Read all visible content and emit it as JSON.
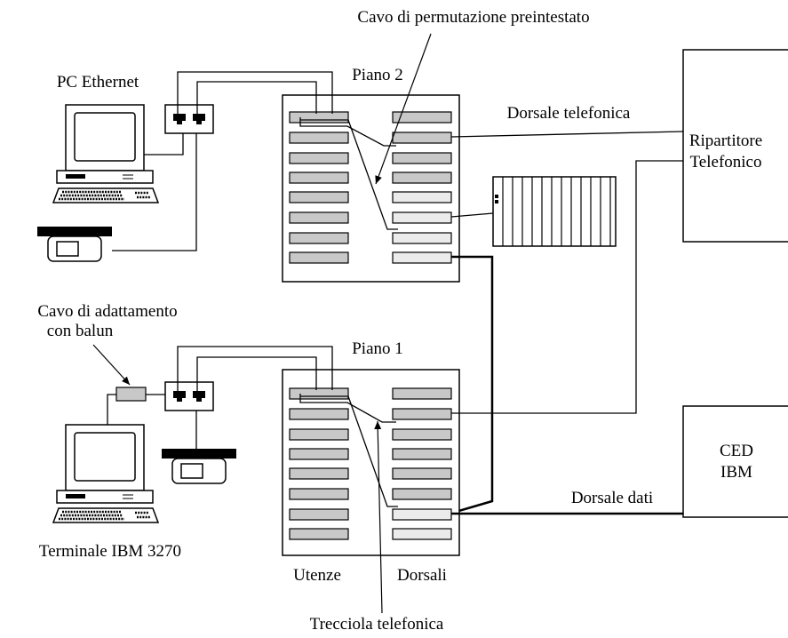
{
  "labels": {
    "patch_cable": "Cavo di permutazione preintestato",
    "pc_ethernet": "PC Ethernet",
    "floor2": "Piano 2",
    "phone_backbone": "Dorsale telefonica",
    "distributor_line1": "Ripartitore",
    "distributor_line2": "Telefonico",
    "adapter_line1": "Cavo di adattamento",
    "adapter_line2": "con balun",
    "floor1": "Piano 1",
    "ced_line1": "CED",
    "ced_line2": "IBM",
    "data_backbone": "Dorsale dati",
    "terminal": "Terminale IBM 3270",
    "users": "Utenze",
    "backbones": "Dorsali",
    "phone_pair": "Trecciola telefonica"
  },
  "colors": {
    "port_fill": "#c8c8c8",
    "port_light_fill": "#ebebeb",
    "line": "#000000"
  },
  "icons": {
    "computer": "desktop-computer-icon",
    "phone": "telephone-icon",
    "outlet": "wall-outlet-icon",
    "balun": "balun-icon",
    "pbx": "pbx-rack-icon"
  }
}
